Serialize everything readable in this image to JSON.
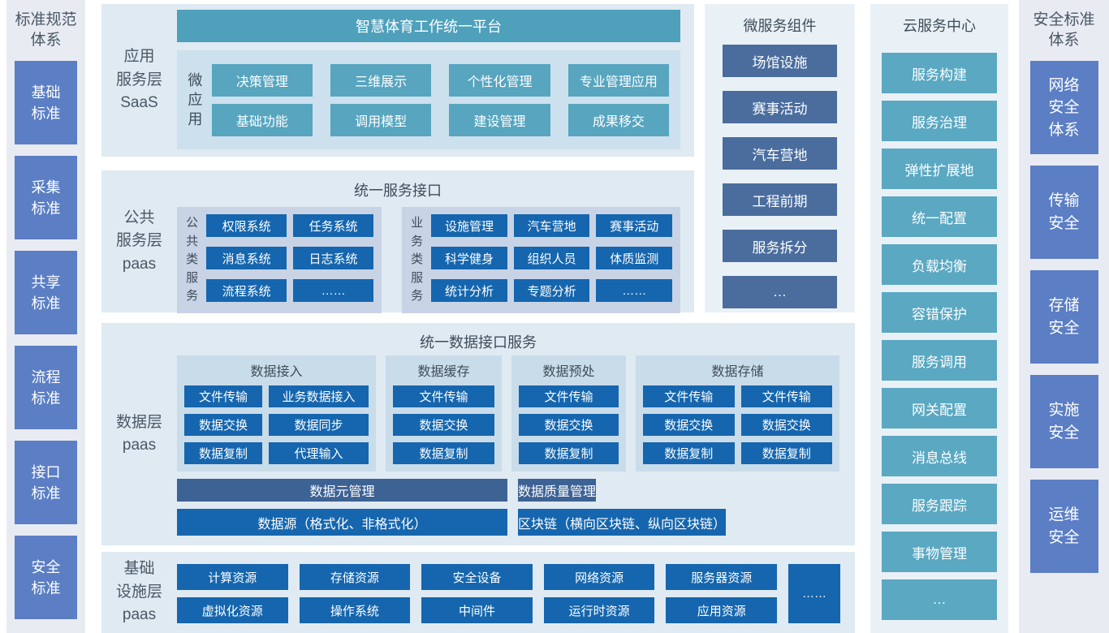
{
  "palette": {
    "rail_bg": "#e9ebf3",
    "rail_box": "#5b7ec4",
    "panel_bg": "#dfeaf2",
    "side_panel_bg": "#eaf1f6",
    "inner_group_bg": "#c8d4e6",
    "data_group_bg": "#c9dcea",
    "teal": "#4fa0bb",
    "teal_button": "#57a5bf",
    "blue_button": "#1566ae",
    "slate_button": "#4a6d9e",
    "dark_bar": "#3d6294",
    "label_text": "#4a5866"
  },
  "left_rail": {
    "title": "标准规范体系",
    "items": [
      "基础标准",
      "采集标准",
      "共享标准",
      "流程标准",
      "接口标准",
      "安全标准"
    ]
  },
  "right_rail": {
    "title": "安全标准体系",
    "items": [
      "网络安全体系",
      "传输安全",
      "存储安全",
      "实施安全",
      "运维安全"
    ]
  },
  "saas_layer": {
    "label_lines": [
      "应用",
      "服务层",
      "SaaS"
    ],
    "platform_title": "智慧体育工作统一平台",
    "micro_app_label": "微应用",
    "apps": [
      "决策管理",
      "三维展示",
      "个性化管理",
      "专业管理应用",
      "基础功能",
      "调用模型",
      "建设管理",
      "成果移交"
    ]
  },
  "public_layer": {
    "label_lines": [
      "公共",
      "服务层",
      "paas"
    ],
    "title": "统一服务接口",
    "group_common": {
      "vertical_label": "公共类服务",
      "items": [
        "权限系统",
        "任务系统",
        "消息系统",
        "日志系统",
        "流程系统",
        "……"
      ]
    },
    "group_business": {
      "vertical_label": "业务类服务",
      "items": [
        "设施管理",
        "汽车营地",
        "赛事活动",
        "科学健身",
        "组织人员",
        "体质监测",
        "统计分析",
        "专题分析",
        "……"
      ]
    }
  },
  "data_layer": {
    "label_lines": [
      "数据层",
      "paas"
    ],
    "title": "统一数据接口服务",
    "group_ingest": {
      "title": "数据接入",
      "items": [
        "文件传输",
        "业务数据接入",
        "数据交换",
        "数据同步",
        "数据复制",
        "代理输入"
      ]
    },
    "group_cache": {
      "title": "数据缓存",
      "items": [
        "文件传输",
        "数据交换",
        "数据复制"
      ]
    },
    "group_preprocess": {
      "title": "数据预处",
      "items": [
        "文件传输",
        "数据交换",
        "数据复制"
      ]
    },
    "group_storage": {
      "title": "数据存储",
      "items": [
        "文件传输",
        "文件传输",
        "数据交换",
        "数据交换",
        "数据复制",
        "数据复制"
      ]
    },
    "management_bars": [
      "数据元管理",
      "数据质量管理"
    ],
    "source_bars": [
      "数据源（格式化、非格式化）",
      "区块链（横向区块链、纵向区块链）"
    ]
  },
  "infra_layer": {
    "label_lines": [
      "基础",
      "设施层",
      "paas"
    ],
    "items": [
      "计算资源",
      "存储资源",
      "安全设备",
      "网络资源",
      "服务器资源",
      "虚拟化资源",
      "操作系统",
      "中间件",
      "运行时资源",
      "应用资源"
    ],
    "more": "……"
  },
  "microservices": {
    "title": "微服务组件",
    "items": [
      "场馆设施",
      "赛事活动",
      "汽车营地",
      "工程前期",
      "服务拆分",
      "…"
    ]
  },
  "cloud_center": {
    "title": "云服务中心",
    "items": [
      "服务构建",
      "服务治理",
      "弹性扩展地",
      "统一配置",
      "负载均衡",
      "容错保护",
      "服务调用",
      "网关配置",
      "消息总线",
      "服务跟踪",
      "事物管理",
      "…"
    ]
  }
}
